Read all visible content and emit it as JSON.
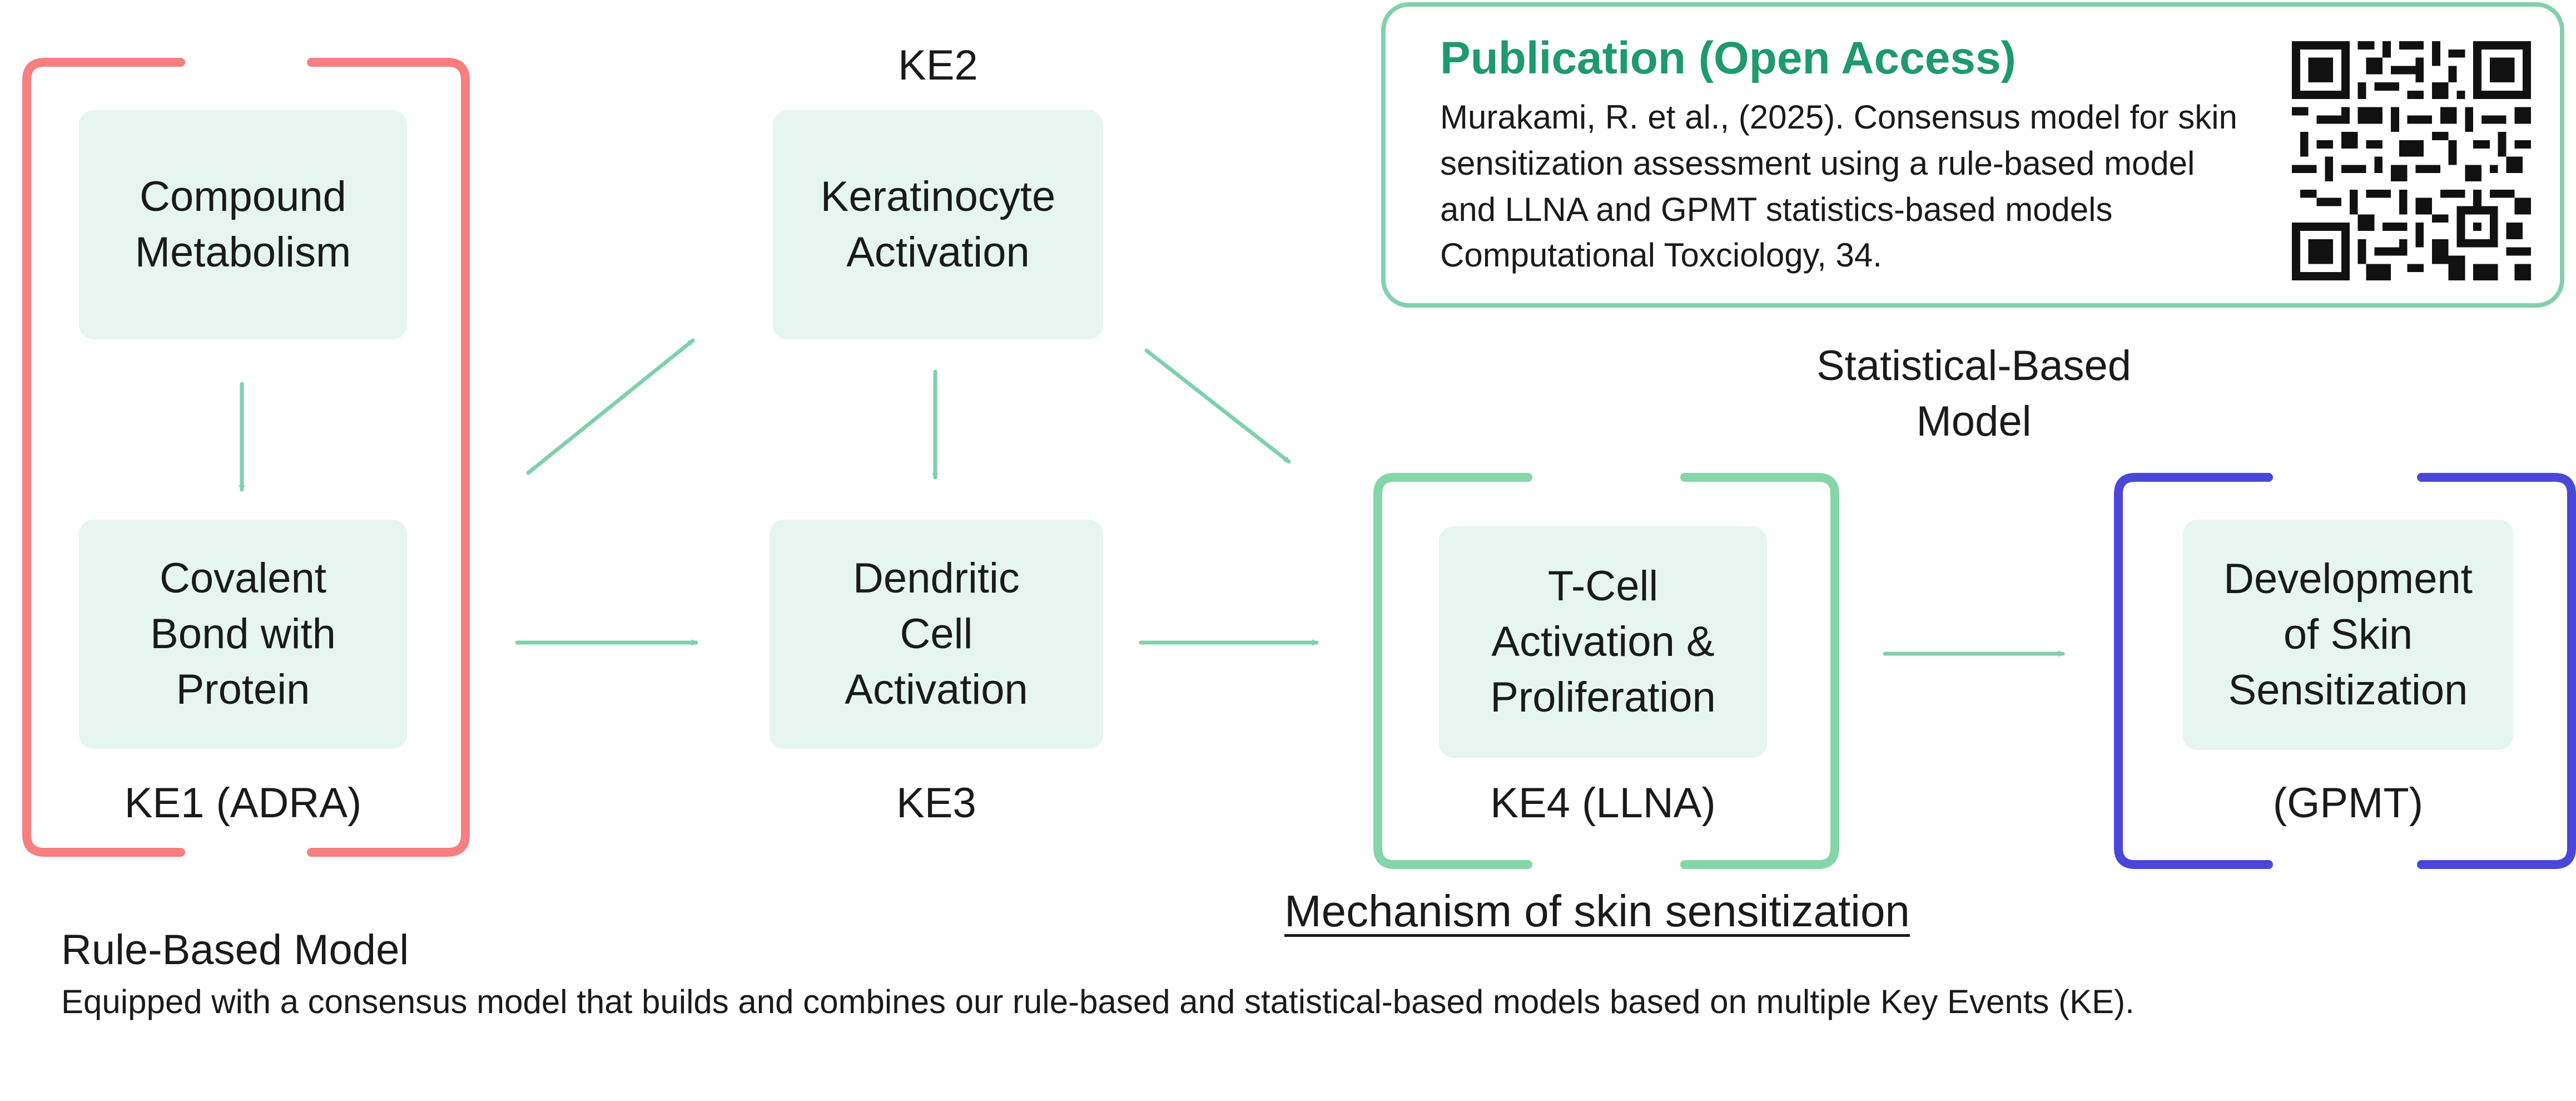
{
  "colors": {
    "box_fill": "#e6f5ef",
    "arrow": "#7fd0ac",
    "rule_bracket": "#f77f80",
    "llna_bracket": "#84d6a9",
    "gpmt_bracket": "#4a47d8",
    "publication_title": "#1e9a6c"
  },
  "boxes": {
    "compound_metabolism": "Compound\nMetabolism",
    "covalent_bond": "Covalent\nBond with\nProtein",
    "keratinocyte": "Keratinocyte\nActivation",
    "dendritic": "Dendritic\nCell\nActivation",
    "tcell": "T-Cell\nActivation &\nProliferation",
    "development": "Development\nof Skin\nSensitization"
  },
  "labels": {
    "ke1": "KE1 (ADRA)",
    "ke2": "KE2",
    "ke3": "KE3",
    "ke4": "KE4 (LLNA)",
    "gpmt": "(GPMT)",
    "statistical_model": "Statistical-Based\nModel",
    "mechanism": "Mechanism of skin sensitization",
    "rule_model": "Rule-Based Model",
    "description": "Equipped with a consensus model that builds and combines our rule-based and statistical-based models based on multiple Key Events (KE)."
  },
  "publication": {
    "title": "Publication (Open Access)",
    "citation": "Murakami, R. et al., (2025). Consensus model for skin sensitization assessment using a rule-based model and LLNA and GPMT statistics-based models Computational Toxciology, 34.",
    "qr_icon": "qr-code-icon"
  }
}
